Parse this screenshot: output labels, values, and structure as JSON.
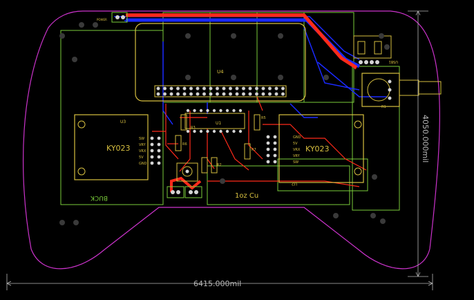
{
  "colors": {
    "background": "#000000",
    "outline": "#cc33cc",
    "silk": "#d8c040",
    "courtyard": "#7acc3a",
    "top_trace": "#ff2a1a",
    "bottom_trace": "#1a2aff",
    "pad": "#d4d4d4",
    "hole": "#3a3a3a",
    "dimension": "#b8b8b8"
  },
  "labels": {
    "u4": "U4",
    "u3": "U3",
    "u2": "U2",
    "u1": "U1",
    "ky_left": "KY023",
    "ky_right": "KY023",
    "buck": "BUCK",
    "copper": "1oz Cu",
    "usb": "USB1",
    "r1": "R1",
    "r5": "R5",
    "r6": "R6",
    "r7": "R7",
    "r2": "R2",
    "r3": "R3",
    "p1": "P1",
    "p2": "P2",
    "dim_width": "6415.000mil",
    "dim_height": "4050.000mil",
    "j_label": "POWER"
  },
  "pin_labels_left": [
    "SW",
    "VRY",
    "VRX",
    "5V",
    "GND"
  ],
  "pin_labels_right": [
    "GND",
    "5V",
    "VRX",
    "VRY",
    "SW"
  ]
}
